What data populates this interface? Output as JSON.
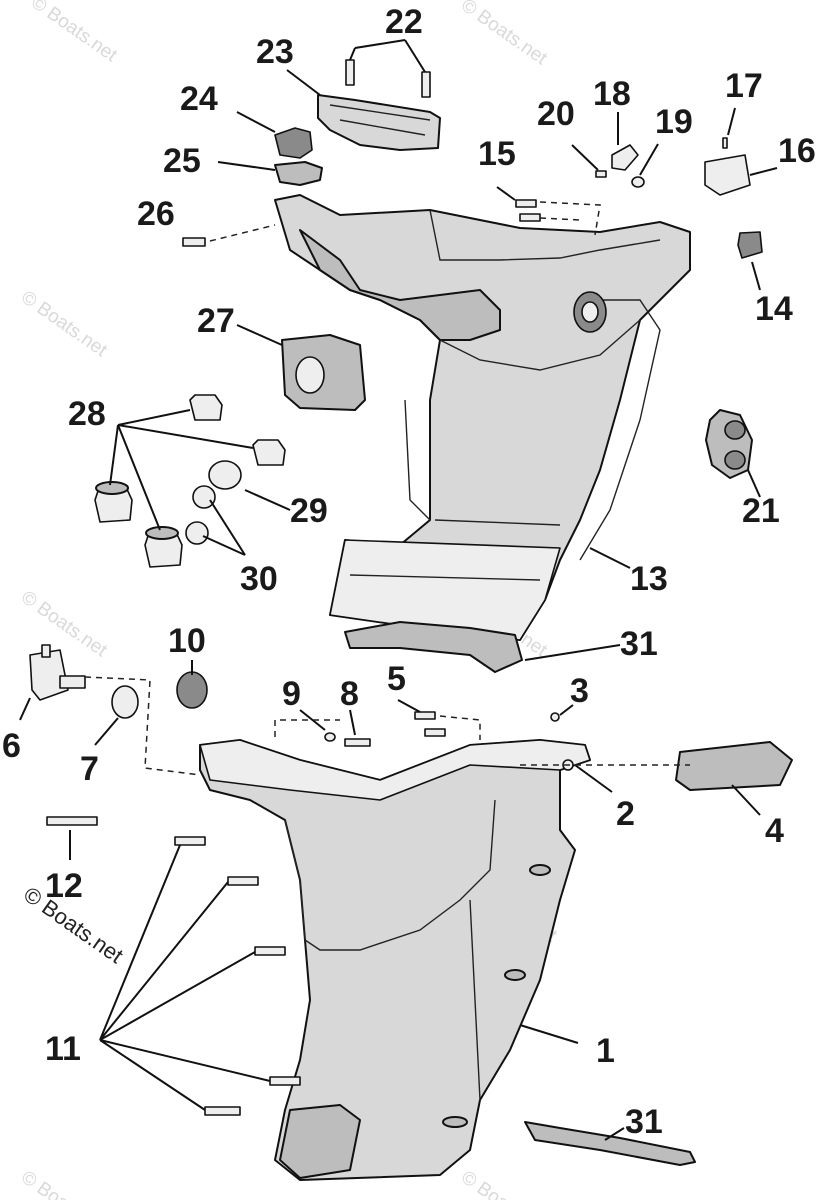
{
  "watermark": "© Boats.net",
  "callouts": {
    "n1": "1",
    "n2": "2",
    "n3": "3",
    "n4": "4",
    "n5": "5",
    "n6": "6",
    "n7": "7",
    "n8": "8",
    "n9": "9",
    "n10": "10",
    "n11": "11",
    "n12": "12",
    "n13": "13",
    "n14": "14",
    "n15": "15",
    "n16": "16",
    "n17": "17",
    "n18": "18",
    "n19": "19",
    "n20": "20",
    "n21": "21",
    "n22": "22",
    "n23": "23",
    "n24": "24",
    "n25": "25",
    "n26": "26",
    "n27": "27",
    "n28": "28",
    "n29": "29",
    "n30": "30",
    "n31a": "31",
    "n31b": "31"
  }
}
